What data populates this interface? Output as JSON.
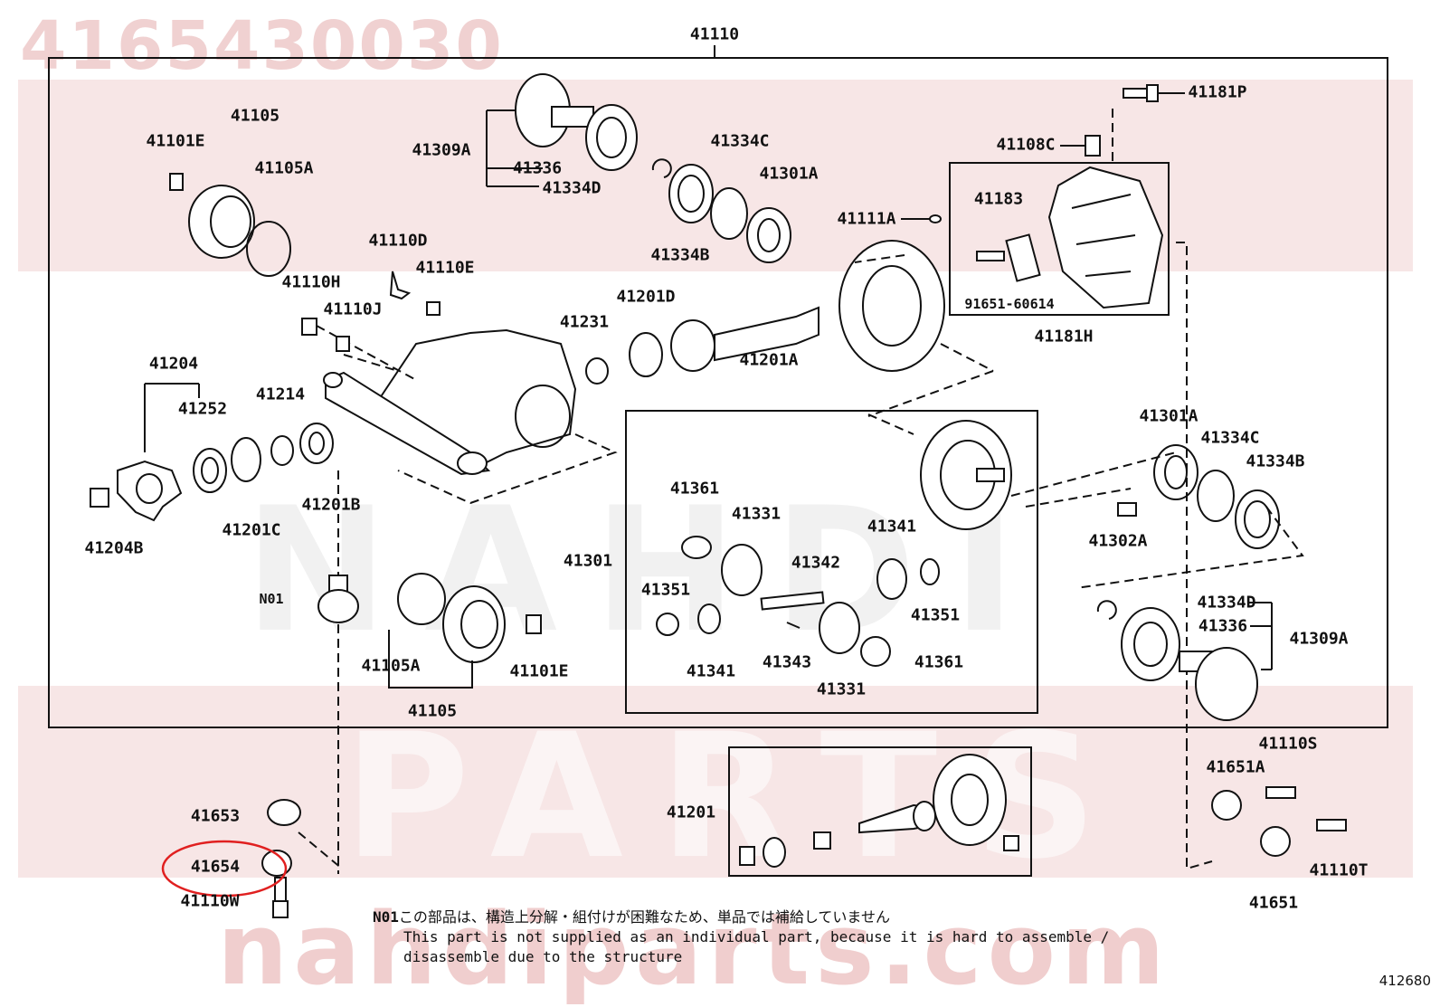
{
  "watermark": {
    "part_number": "4165430030",
    "brand_word": "NAHDI",
    "parts_word": "PARTS",
    "site": "nahdiparts.com"
  },
  "diagram": {
    "figure_number": "412680",
    "highlighted_part": "41654",
    "labels": {
      "l41110": "41110",
      "l41181P": "41181P",
      "l41108C": "41108C",
      "l41183": "41183",
      "l91651": "91651-60614",
      "l41181H": "41181H",
      "l41111A": "41111A",
      "l41105_top": "41105",
      "l41101E_top": "41101E",
      "l41105A_top": "41105A",
      "l41309A_top": "41309A",
      "l41336_top": "41336",
      "l41334D_top": "41334D",
      "l41334B_top": "41334B",
      "l41334C_top": "41334C",
      "l41301A_top": "41301A",
      "l41110D": "41110D",
      "l41110E": "41110E",
      "l41110H": "41110H",
      "l41110J": "41110J",
      "l41201D": "41201D",
      "l41231": "41231",
      "l41201A": "41201A",
      "l41204": "41204",
      "l41252": "41252",
      "l41214": "41214",
      "l41204B": "41204B",
      "l41201C": "41201C",
      "l41201B": "41201B",
      "lN01": "N01",
      "l41105A_bot": "41105A",
      "l41105_bot": "41105",
      "l41101E_bot": "41101E",
      "l41301": "41301",
      "l41361_a": "41361",
      "l41331_a": "41331",
      "l41341_a": "41341",
      "l41342": "41342",
      "l41351_a": "41351",
      "l41351_b": "41351",
      "l41341_b": "41341",
      "l41343": "41343",
      "l41331_b": "41331",
      "l41361_b": "41361",
      "l41301A_right": "41301A",
      "l41334C_right": "41334C",
      "l41334B_right": "41334B",
      "l41302A": "41302A",
      "l41334D_right": "41334D",
      "l41336_right": "41336",
      "l41309A_right": "41309A",
      "l41201": "41201",
      "l41653": "41653",
      "l41654": "41654",
      "l41110W": "41110W",
      "l41110S": "41110S",
      "l41651A": "41651A",
      "l41651": "41651",
      "l41110T": "41110T"
    },
    "note": {
      "marker": "N01",
      "japanese": "この部品は、構造上分解・組付けが困難なため、単品では補給していません",
      "english_line1": "This part is not supplied as an individual part, because it is hard to assemble /",
      "english_line2": "disassemble due to the structure"
    }
  }
}
